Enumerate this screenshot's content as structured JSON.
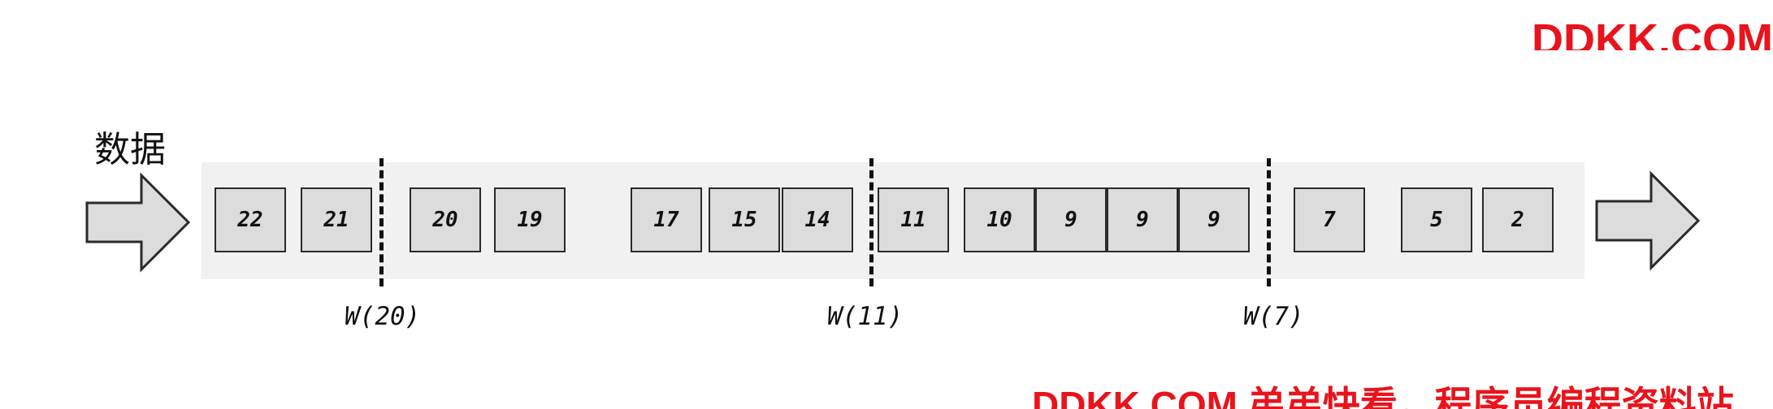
{
  "diagram": {
    "data_label": "数据",
    "events": [
      "22",
      "21",
      "20",
      "19",
      "17",
      "15",
      "14",
      "11",
      "10",
      "9",
      "9",
      "9",
      "7",
      "5",
      "2"
    ],
    "watermarks": [
      "W(20)",
      "W(11)",
      "W(7)"
    ]
  },
  "banner": {
    "corner_text": "DDKK.COM",
    "bottom_text": "DDKK.COM 弟弟快看，程序员编程资料站"
  },
  "colors": {
    "event_fill": "#dcdcdc",
    "band_fill": "#f1f1f1",
    "arrow_fill": "#dcdcdc",
    "banner_red": "#e8141c"
  }
}
